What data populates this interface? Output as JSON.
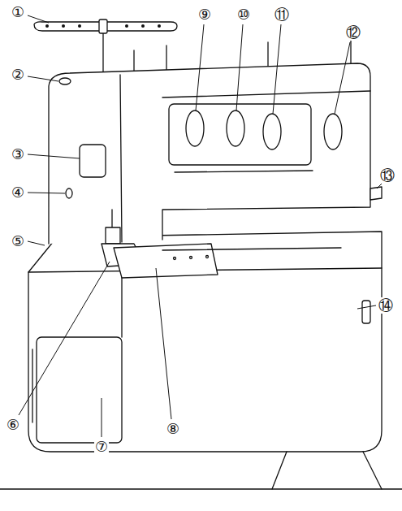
{
  "diagram": {
    "labels": [
      "①",
      "②",
      "③",
      "④",
      "⑤",
      "⑥",
      "⑦",
      "⑧",
      "⑨",
      "⑩",
      "⑪",
      "⑫",
      "⑬",
      "⑭"
    ]
  }
}
